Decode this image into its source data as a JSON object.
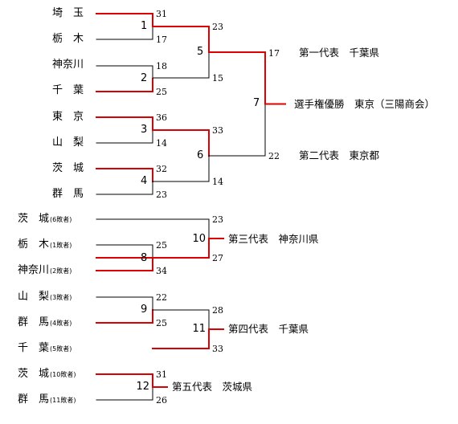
{
  "colors": {
    "win": "#dd0000",
    "loss": "#000000"
  },
  "teams": [
    {
      "name": "埼　玉"
    },
    {
      "name": "栃　木"
    },
    {
      "name": "神奈川"
    },
    {
      "name": "千　葉"
    },
    {
      "name": "東　京"
    },
    {
      "name": "山　梨"
    },
    {
      "name": "茨　城"
    },
    {
      "name": "群　馬"
    },
    {
      "name": "茨　城",
      "note": "(6敗者)"
    },
    {
      "name": "栃　木",
      "note": "(1敗者)"
    },
    {
      "name": "神奈川",
      "note": "(2敗者)"
    },
    {
      "name": "山　梨",
      "note": "(3敗者)"
    },
    {
      "name": "群　馬",
      "note": "(4敗者)"
    },
    {
      "name": "千　葉",
      "note": "(5敗者)"
    },
    {
      "name": "茨　城",
      "note": "(10敗者)"
    },
    {
      "name": "群　馬",
      "note": "(11敗者)"
    }
  ],
  "matches": [
    {
      "no": "1",
      "top": "31",
      "bottom": "17",
      "winner": "top"
    },
    {
      "no": "2",
      "top": "18",
      "bottom": "25",
      "winner": "bottom"
    },
    {
      "no": "3",
      "top": "36",
      "bottom": "14",
      "winner": "top"
    },
    {
      "no": "4",
      "top": "32",
      "bottom": "23",
      "winner": "top"
    },
    {
      "no": "5",
      "top": "23",
      "bottom": "15",
      "winner": "top"
    },
    {
      "no": "6",
      "top": "33",
      "bottom": "14",
      "winner": "top"
    },
    {
      "no": "7",
      "top": "17",
      "bottom": "22",
      "winner": "top"
    },
    {
      "no": "8",
      "top": "25",
      "bottom": "34",
      "winner": "bottom"
    },
    {
      "no": "9",
      "top": "22",
      "bottom": "25",
      "winner": "bottom"
    },
    {
      "no": "10",
      "top": "23",
      "bottom": "27",
      "winner": "bottom"
    },
    {
      "no": "11",
      "top": "28",
      "bottom": "33",
      "winner": "bottom"
    },
    {
      "no": "12",
      "top": "31",
      "bottom": "26",
      "winner": "top"
    }
  ],
  "results": {
    "first": "第一代表　千葉県",
    "champion": "選手権優勝　東京（三陽商会）",
    "second": "第二代表　東京都",
    "third": "第三代表　神奈川県",
    "fourth": "第四代表　千葉県",
    "fifth": "第五代表　茨城県"
  }
}
